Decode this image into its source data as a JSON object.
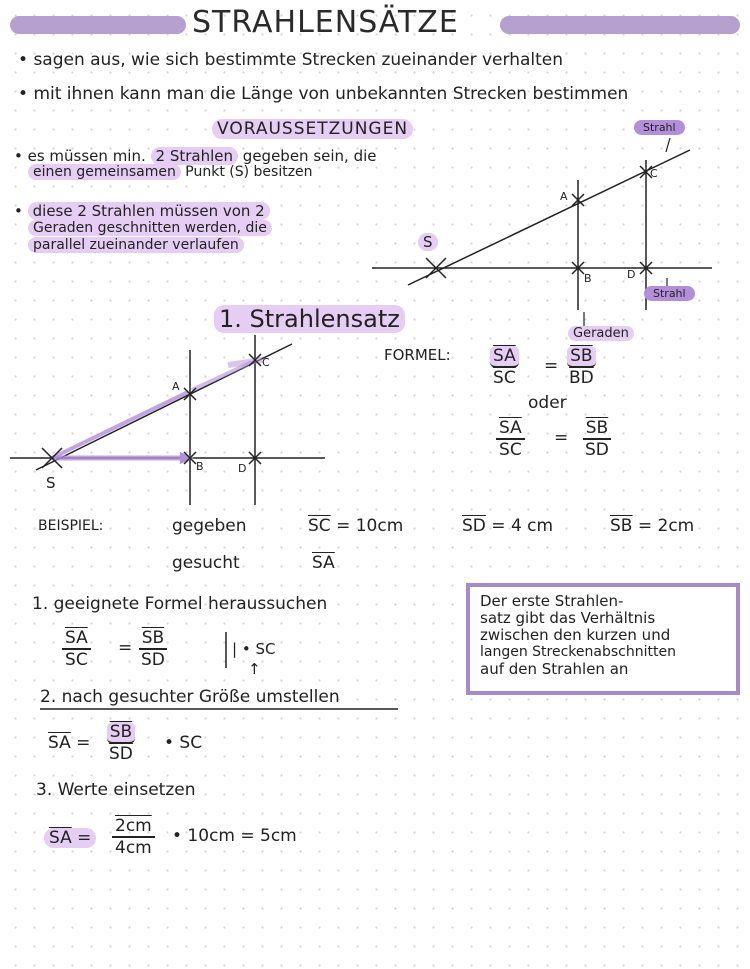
{
  "title": "STRAHLENSÄTZE",
  "intro": [
    "sagen aus, wie sich bestimmte Strecken zueinander verhalten",
    "mit ihnen kann man die Länge von unbekannten Strecken bestimmen"
  ],
  "voraussetzungen": {
    "heading": "VORAUSSETZUNGEN",
    "item1": {
      "pre": "es müssen min.",
      "highlight": "2 Strahlen",
      "post": "gegeben sein, die",
      "line2_hl": "einen gemeinsamen",
      "line2_post": "Punkt (S) besitzen"
    },
    "item2": {
      "line1": "diese 2 Strahlen müssen von 2",
      "line2": "Geraden geschnitten werden, die",
      "line3": "parallel zueinander verlaufen"
    }
  },
  "diagram1_labels": {
    "strahl_top": "Strahl",
    "strahl_right": "Strahl",
    "geraden": "Geraden",
    "S": "S",
    "A": "A",
    "B": "B",
    "C": "C",
    "D": "D"
  },
  "satz1": {
    "heading": "1. Strahlensatz",
    "formel_label": "FORMEL:",
    "f1": {
      "n1": "SA",
      "d1": "SC",
      "eq": "=",
      "n2": "SB",
      "d2": "BD"
    },
    "oder": "oder",
    "f2": {
      "n1": "SA",
      "d1": "SC",
      "eq": "=",
      "n2": "SB",
      "d2": "SD"
    }
  },
  "diagram2_labels": {
    "S": "S",
    "A": "A",
    "B": "B",
    "C": "C",
    "D": "D"
  },
  "beispiel": {
    "label": "BEISPIEL:",
    "gegeben": "gegeben",
    "gesucht": "gesucht",
    "sc": "SC",
    "sc_val": "= 10cm",
    "sd": "SD",
    "sd_val": "= 4 cm",
    "sb": "SB",
    "sb_val": "= 2cm",
    "sa": "SA"
  },
  "steps": {
    "s1": "1. geeignete Formel heraussuchen",
    "s1_f": {
      "n1": "SA",
      "d1": "SC",
      "n2": "SB",
      "d2": "SD",
      "op": "| • SC",
      "arrow": "↑"
    },
    "s2": "2. nach gesuchter Größe umstellen",
    "s2_lhs": "SA",
    "s2_f": {
      "n": "SB",
      "d": "SD"
    },
    "s2_rhs": "• SC",
    "s3": "3. Werte einsetzen",
    "s3_lhs": "SA",
    "s3_f": {
      "n": "2cm",
      "d": "4cm"
    },
    "s3_rhs": "• 10cm = 5cm"
  },
  "box_text": [
    "Der erste Strahlen-",
    "satz gibt das Verhältnis",
    "zwischen den kurzen und",
    "langen Streckenabschnitten",
    "auf den Strahlen an"
  ],
  "colors": {
    "accent": "#e6cdf3",
    "accent_dark": "#b48fd9",
    "box_border": "#a98ac8"
  }
}
